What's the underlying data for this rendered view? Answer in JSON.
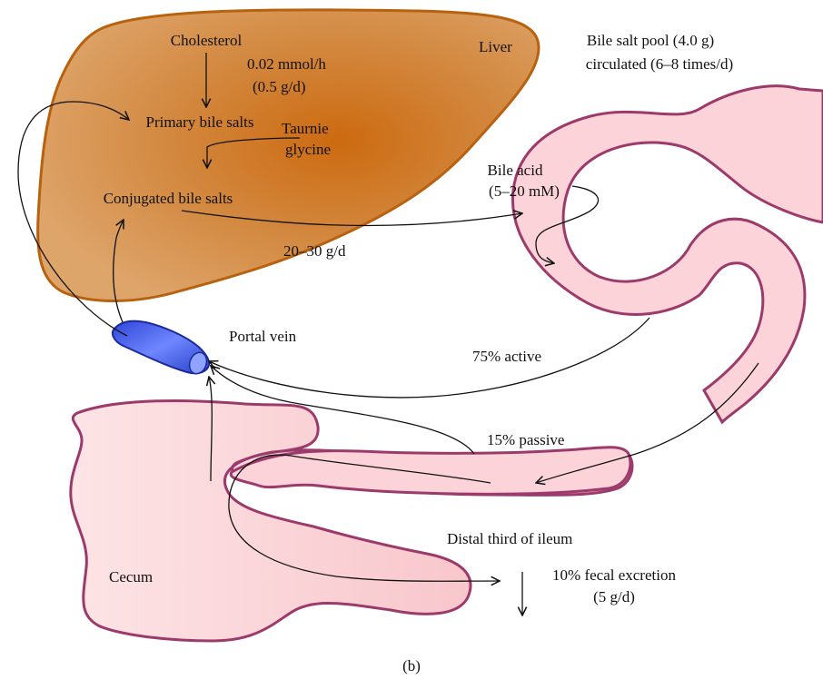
{
  "labels": {
    "liver": "Liver",
    "cholesterol": "Cholesterol",
    "rate_mmol": "0.02 mmol/h",
    "rate_g": "(0.5 g/d)",
    "primary_bile_salts": "Primary bile salts",
    "taurine_line1": "Taurnie",
    "taurine_line2": "glycine",
    "conjugated_bile_salts": "Conjugated bile salts",
    "secretion_rate": "20–30 g/d",
    "pool_line1": "Bile salt pool (4.0 g)",
    "pool_line2": "circulated (6–8 times/d)",
    "bile_acid_line1": "Bile acid",
    "bile_acid_line2": "(5–20 mM)",
    "portal_vein": "Portal vein",
    "active": "75% active",
    "passive": "15% passive",
    "cecum": "Cecum",
    "distal_ileum": "Distal third of ileum",
    "fecal_line1": "10% fecal excretion",
    "fecal_line2": "(5 g/d)",
    "panel": "(b)"
  },
  "colors": {
    "liver_fill_center": "#cc6a10",
    "liver_fill_edge": "#dba36b",
    "liver_stroke": "#b8620f",
    "intestine_fill": "#fbd6d9",
    "intestine_fill_dark": "#f2a0a8",
    "intestine_stroke": "#9c3a6b",
    "portal_vein": "#3a55e0",
    "arrow": "#111111"
  }
}
